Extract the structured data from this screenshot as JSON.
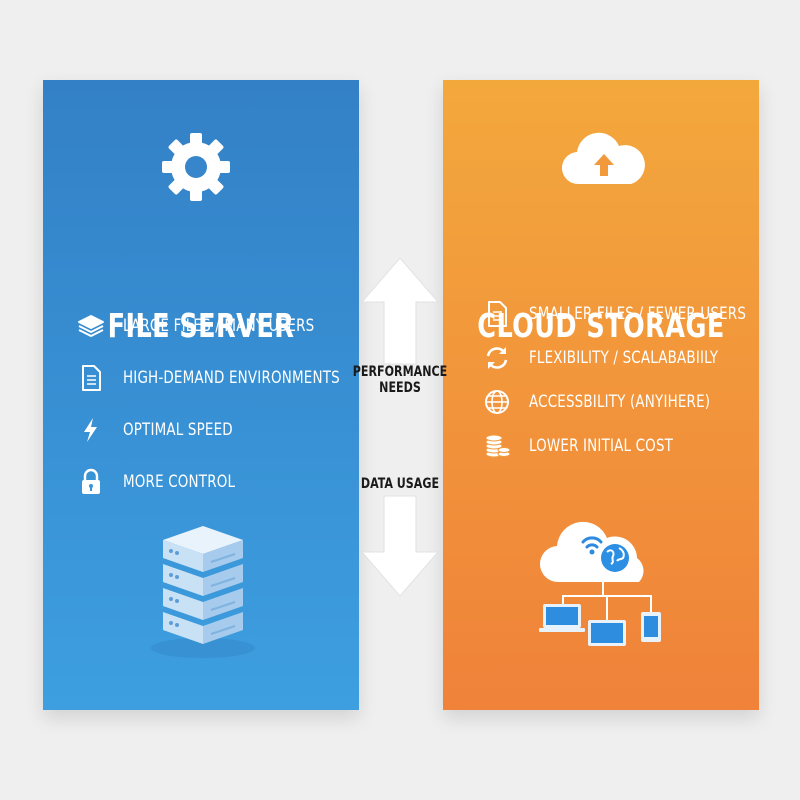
{
  "left_panel": {
    "title": "FILE SERVER",
    "icon": "gear-icon",
    "bottom_icon": "server-stack-icon",
    "color_top": "#3380c6",
    "color_bottom": "#3d9fe0",
    "items": [
      {
        "icon": "layers-icon",
        "label": "LARGE FILES / MANY USERS"
      },
      {
        "icon": "document-icon",
        "label": "HIGH-DEMAND ENVIRONMENTS"
      },
      {
        "icon": "lightning-icon",
        "label": "OPTIMAL SPEED"
      },
      {
        "icon": "lock-icon",
        "label": "MORE CONTROL"
      }
    ]
  },
  "right_panel": {
    "title": "CLOUD STORAGE",
    "icon": "cloud-upload-icon",
    "bottom_icon": "cloud-devices-icon",
    "color_top": "#f3a83c",
    "color_bottom": "#f0823a",
    "items": [
      {
        "icon": "document-icon",
        "label": "SMALLER FILES / FEWER USERS"
      },
      {
        "icon": "refresh-icon",
        "label": "FLEXIBILITY / SCALABABIILY"
      },
      {
        "icon": "globe-icon",
        "label": "ACCESSBILITY (ANYIHERE)"
      },
      {
        "icon": "coins-icon",
        "label": "LOWER INITIAL COST"
      }
    ]
  },
  "center": {
    "up_label": "PERFORMANCE NEEDS",
    "down_label": "DATA USAGE",
    "up_icon": "arrow-up-icon",
    "down_icon": "arrow-down-icon"
  }
}
